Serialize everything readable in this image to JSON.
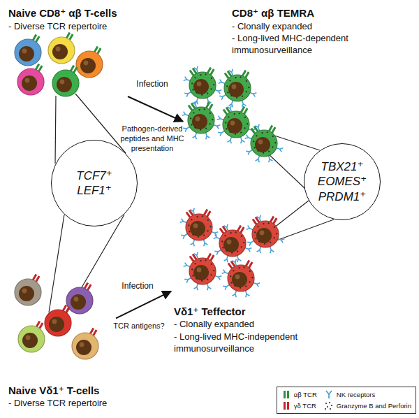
{
  "diagram": {
    "nodes": [
      {
        "text": [
          "Naive CD8⁺ αβ T-cells",
          "- Diverse TCR repertoire"
        ]
      },
      {
        "text": [
          "CD8⁺ αβ TEMRA",
          "- Clonally expanded",
          "- Long-lived MHC-dependent immunosurveillance"
        ]
      },
      {
        "text": [
          "TCF7⁺ LEF1⁺"
        ]
      },
      {
        "text": [
          "TBX21⁺ EOMES⁺ PRDM1⁺"
        ]
      },
      {
        "text": [
          "Vδ1⁺ Teffector",
          "- Clonally expanded",
          "- Long-lived MHC-independent immunosurveillance"
        ]
      },
      {
        "text": [
          "Naive Vδ1⁺ T-cells",
          "- Diverse TCR repertoire"
        ]
      }
    ],
    "edges": [
      {
        "from": 0,
        "to": 1,
        "label": "Infection",
        "arrow": "to"
      },
      {
        "from": 5,
        "to": 4,
        "label": "Infection",
        "arrow": "to"
      }
    ],
    "labels": [
      "Pathogen-derived peptides and MHC presentation",
      "TCR antigens?"
    ],
    "legend": [
      {
        "text": "αβ TCR"
      },
      {
        "text": "NK receptors"
      },
      {
        "text": "γδ TCR"
      },
      {
        "text": "Granzyme B and Perforin"
      }
    ]
  }
}
